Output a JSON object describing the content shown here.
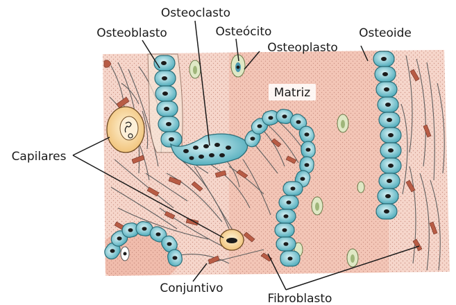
{
  "labels": {
    "osteoclasto": "Osteoclasto",
    "osteoblasto": "Osteoblasto",
    "osteocito": "Osteócito",
    "osteoplasto": "Osteoplasto",
    "osteoide": "Osteoide",
    "matriz": "Matriz",
    "capilares": "Capilares",
    "conjuntivo": "Conjuntivo",
    "fibroblasto": "Fibroblasto"
  },
  "colors": {
    "matrix_pink": "#f2c3b4",
    "matrix_light": "#fbe6dc",
    "blood_red": "#e9a593",
    "cell_teal": "#5fb8c6",
    "cell_teal_light": "#bfe6ec",
    "nucleus": "#1c1c1c",
    "capillary_yellow": "#f5cf8a",
    "fibroblast_brown": "#b45a45",
    "fiber_gray": "#6a6a6a",
    "lacuna_green": "#dfe8c5"
  }
}
